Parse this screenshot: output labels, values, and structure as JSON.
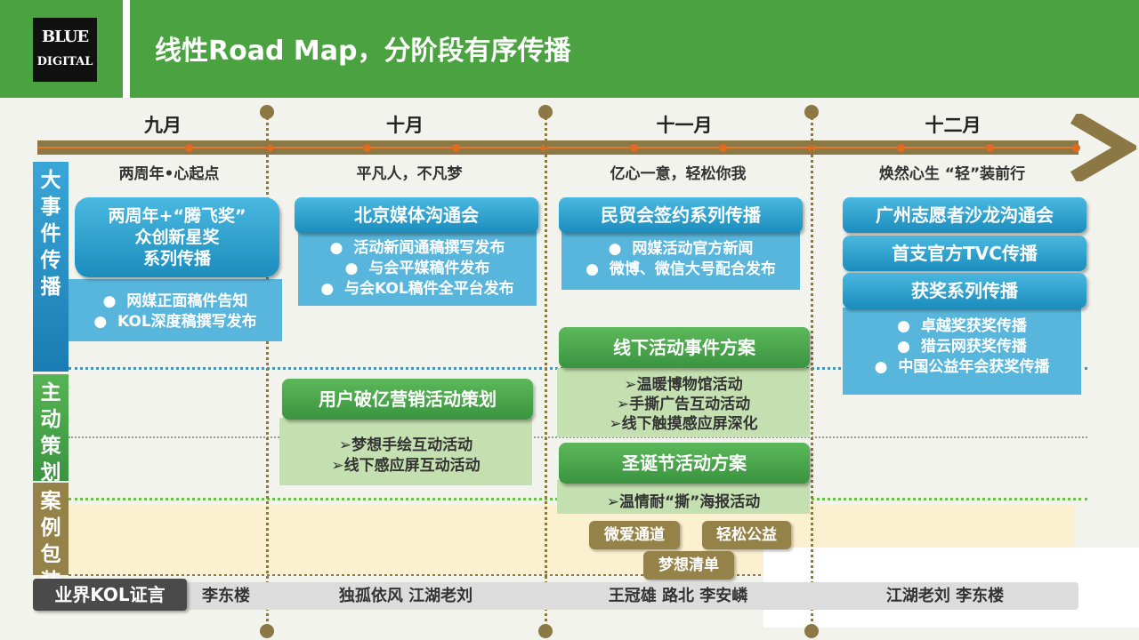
{
  "header": {
    "logo_line1": "BLUE",
    "logo_line2": "DIGITAL",
    "title": "线性Road Map，分阶段有序传播"
  },
  "months": [
    "九月",
    "十月",
    "十一月",
    "十二月"
  ],
  "themes": [
    "两周年•心起点",
    "平凡人，不凡梦",
    "亿心一意，轻松你我",
    "焕然心生 “轻”装前行"
  ],
  "categories": {
    "events": "大事件传播",
    "planning": "主动策划",
    "cases": "案例包装",
    "kol": "业界KOL证言"
  },
  "colors": {
    "header_green": "#4ba241",
    "pill_blue": "#1b8dbd",
    "pill_green": "#3a9440",
    "axis_brown": "#8c7844",
    "sub_blue": "#58b6dc",
    "sub_green": "#c5e0b0"
  },
  "events": {
    "sep": {
      "title_lines": [
        "两周年+“腾飞奖”",
        "众创新星奖",
        "系列传播"
      ],
      "items": [
        "网媒正面稿件告知",
        "KOL深度稿撰写发布"
      ]
    },
    "oct": {
      "title": "北京媒体沟通会",
      "items": [
        "活动新闻通稿撰写发布",
        "与会平媒稿件发布",
        "与会KOL稿件全平台发布"
      ]
    },
    "nov": {
      "title": "民贸会签约系列传播",
      "items": [
        "网媒活动官方新闻",
        "微博、微信大号配合发布"
      ]
    },
    "dec": {
      "titles": [
        "广州志愿者沙龙沟通会",
        "首支官方TVC传播",
        "获奖系列传播"
      ],
      "items": [
        "卓越奖获奖传播",
        "猎云网获奖传播",
        "中国公益年会获奖传播"
      ]
    }
  },
  "planning": {
    "oct": {
      "title": "用户破亿营销活动策划",
      "items": [
        "➢梦想手绘互动活动",
        "➢线下感应屏互动活动"
      ]
    },
    "nov_offline": {
      "title": "线下活动事件方案",
      "items": [
        "➢温暖博物馆活动",
        "➢手撕广告互动活动",
        "➢线下触摸感应屏深化"
      ]
    },
    "nov_xmas": {
      "title": "圣诞节活动方案",
      "items": [
        "➢温情耐“撕”海报活动"
      ]
    }
  },
  "cases": {
    "tags": [
      "微爱通道",
      "轻松公益",
      "梦想清单"
    ]
  },
  "kol": {
    "sep": "李东楼",
    "oct": "独孤依风   江湖老刘",
    "nov": "王冠雄   路北   李安嶙",
    "dec": "江湖老刘   李东楼"
  }
}
